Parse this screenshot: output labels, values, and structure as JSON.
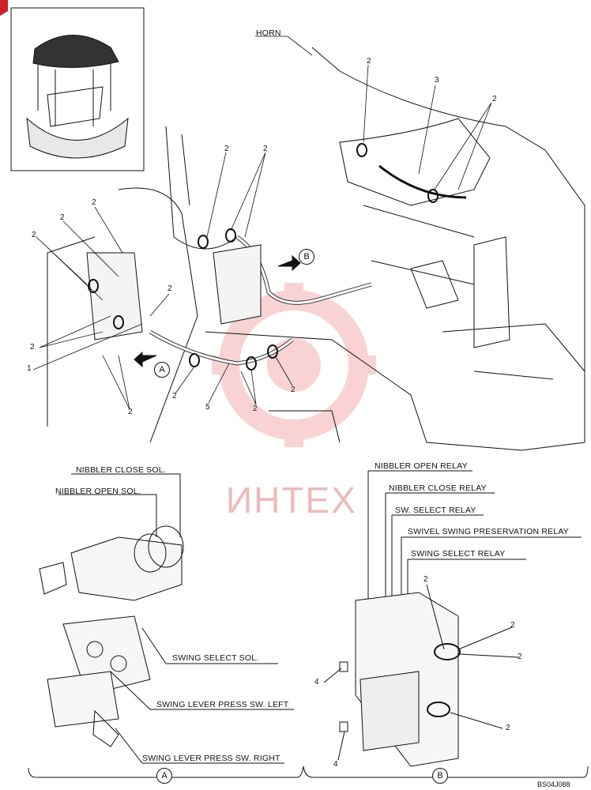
{
  "labels": {
    "horn": "HORN",
    "nibbler_close_sol": "NIBBLER CLOSE SOL.",
    "nibbler_open_sol": "NIBBLER OPEN SOL.",
    "swing_select_sol": "SWING SELECT SOL.",
    "swing_lever_left": "SWING LEVER PRESS SW. LEFT",
    "swing_lever_right": "SWING LEVER PRESS SW. RIGHT",
    "nibbler_open_relay": "NIBBLER OPEN RELAY",
    "nibbler_close_relay": "NIBBLER CLOSE RELAY",
    "sw_select_relay": "SW. SELECT RELAY",
    "swivel_relay": "SWIVEL SWING PRESERVATION RELAY",
    "swing_select_relay": "SWING SELECT RELAY"
  },
  "callouts": {
    "view_a": "A",
    "view_b": "B",
    "n1": "1",
    "n2": "2",
    "n3": "3",
    "n4": "4",
    "n5": "5"
  },
  "watermark": "ИНТЕХ",
  "drawing_code": "BS04J088"
}
